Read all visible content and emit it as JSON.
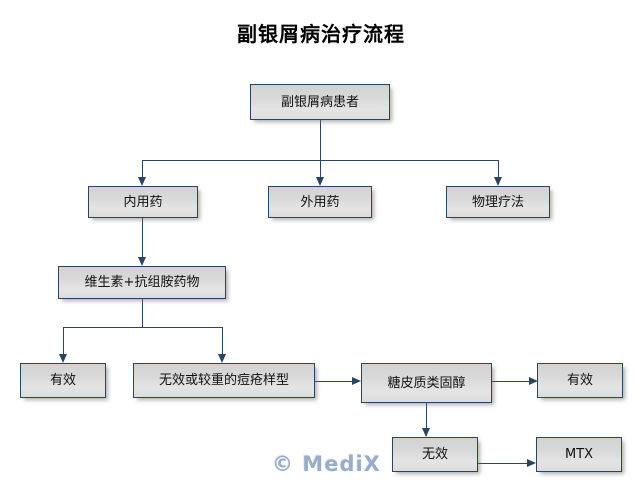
{
  "page": {
    "title": "副银屑病治疗流程",
    "watermark": "© MediX",
    "background_color": "#ffffff",
    "node_border_color": "#2b4560",
    "node_fill_color": "#dcdcdc",
    "edge_color": "#2b4560",
    "watermark_color": "#93a9c6"
  },
  "nodes": {
    "patient": {
      "label": "副银屑病患者"
    },
    "internal_med": {
      "label": "内用药"
    },
    "topical_med": {
      "label": "外用药"
    },
    "phototherapy": {
      "label": "物理疗法"
    },
    "vitamin_antihistamine": {
      "label": "维生素+抗组胺药物"
    },
    "effective_left": {
      "label": "有效"
    },
    "ineffective_severe": {
      "label": "无效或较重的痘疮样型"
    },
    "corticosteroid": {
      "label": "糖皮质类固醇"
    },
    "effective_right": {
      "label": "有效"
    },
    "ineffective": {
      "label": "无效"
    },
    "mtx": {
      "label": "MTX"
    }
  }
}
